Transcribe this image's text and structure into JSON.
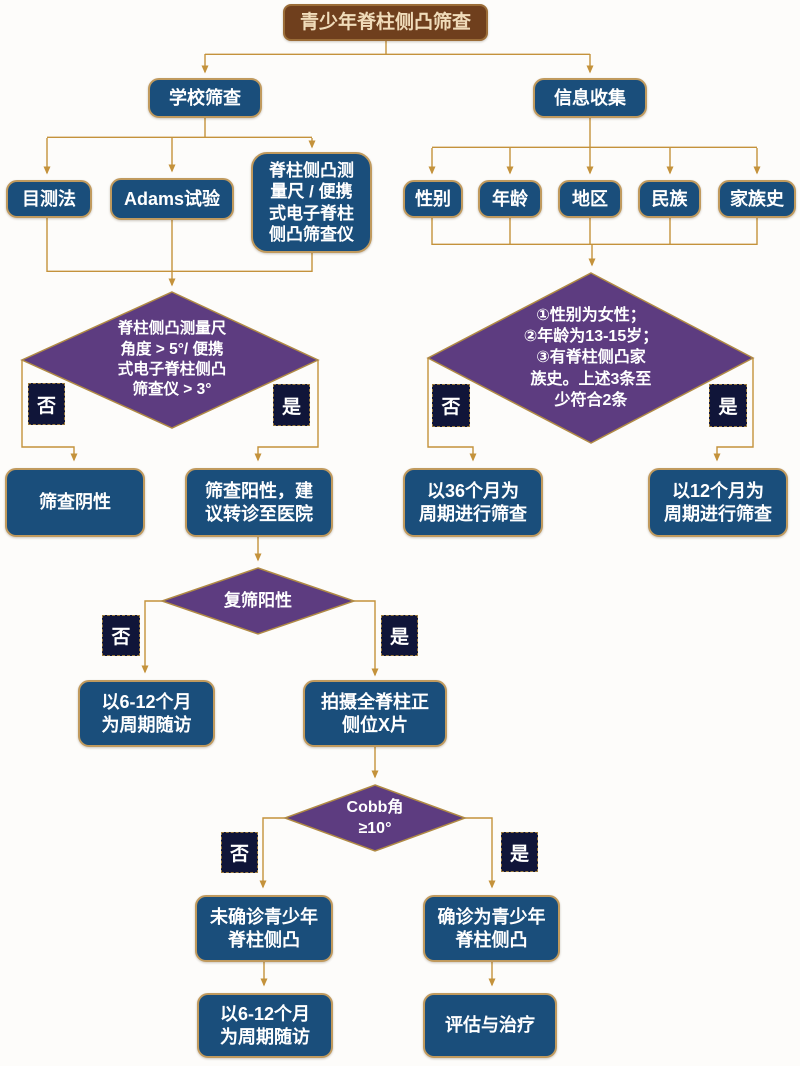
{
  "flowchart": {
    "title": "青少年脊柱侧凸筛查",
    "branch_labels": {
      "no": "否",
      "yes": "是"
    },
    "nodes": {
      "root": "青少年脊柱侧凸筛查",
      "school_screening": "学校筛查",
      "info_collection": "信息收集",
      "visual_method": "目测法",
      "adams_test": "Adams试验",
      "scoliometer_device": "脊柱侧凸测\n量尺 / 便携\n式电子脊柱\n侧凸筛查仪",
      "gender": "性别",
      "age": "年龄",
      "region": "地区",
      "ethnicity": "民族",
      "family_history": "家族史",
      "decision_angle": "脊柱侧凸测量尺\n角度 > 5°/ 便携\n式电子脊柱侧凸\n筛查仪 > 3°",
      "decision_risk": "①性别为女性；\n②年龄为13-15岁；\n③有脊柱侧凸家\n族史。上述3条至\n少符合2条",
      "screen_negative": "筛查阴性",
      "screen_positive": "筛查阳性，建\n议转诊至医院",
      "cycle_36_months": "以36个月为\n周期进行筛查",
      "cycle_12_months": "以12个月为\n周期进行筛查",
      "decision_rescreen": "复筛阳性",
      "followup_6_12_a": "以6-12个月\n为周期随访",
      "xray": "拍摄全脊柱正\n侧位X片",
      "decision_cobb": "Cobb角\n≥10°",
      "not_diagnosed": "未确诊青少年\n脊柱侧凸",
      "diagnosed": "确诊为青少年\n脊柱侧凸",
      "followup_6_12_b": "以6-12个月\n为周期随访",
      "treatment": "评估与治疗"
    },
    "colors": {
      "root_fill": "#6f3f1d",
      "root_text": "#f0dcba",
      "box_fill": "#1a4e7b",
      "box_border": "#c09a5e",
      "diamond_fill": "#5d3c80",
      "diamond_border": "#b08a45",
      "label_fill": "#101539",
      "connector": "#c4923b",
      "text": "#ffffff"
    }
  }
}
